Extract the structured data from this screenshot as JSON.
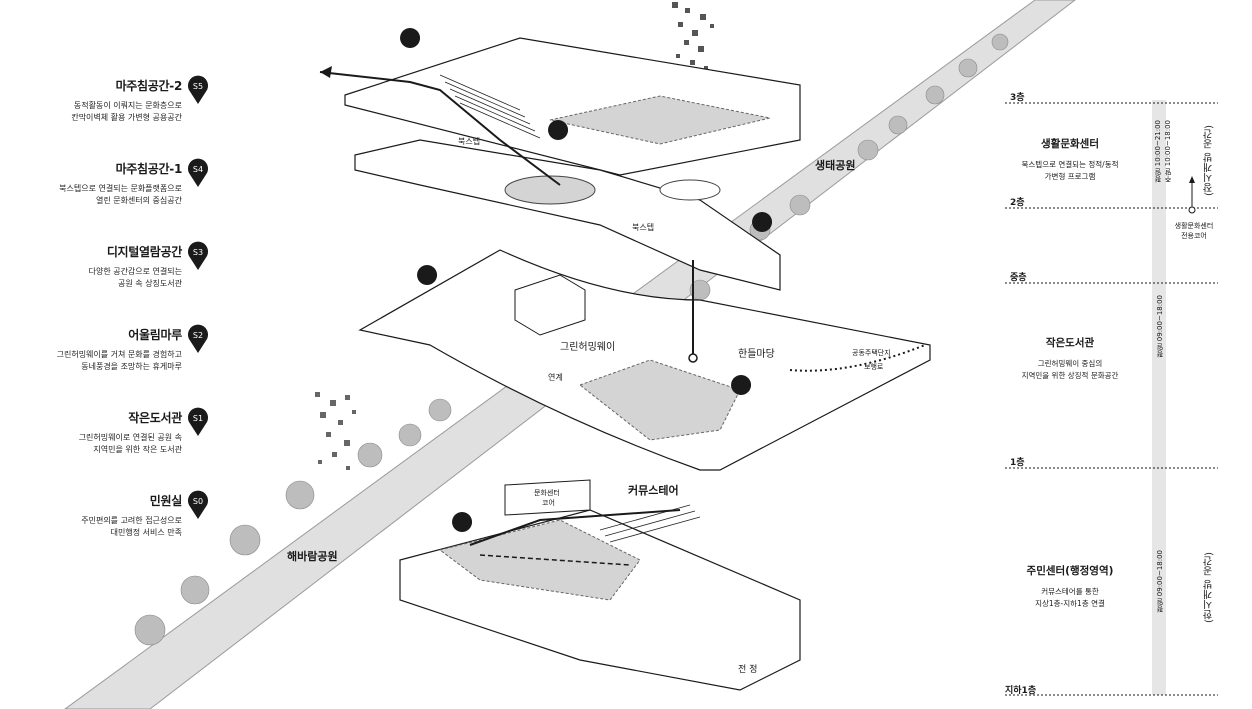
{
  "spaces": [
    {
      "id": "S5",
      "title": "마주침공간-2",
      "desc1": "동적활동이 이뤄지는 문화층으로",
      "desc2": "칸막이벽체 활용 가변형 공용공간"
    },
    {
      "id": "S4",
      "title": "마주침공간-1",
      "desc1": "북스텝으로 연결되는 문화플랫폼으로",
      "desc2": "열린 문화센터의 중심공간"
    },
    {
      "id": "S3",
      "title": "디지털열람공간",
      "desc1": "다양한 공간감으로 연결되는",
      "desc2": "공원 속 상징도서관"
    },
    {
      "id": "S2",
      "title": "어울림마루",
      "desc1": "그린허밍웨이를 거쳐 문화를 경험하고",
      "desc2": "동네풍경을 조망하는 휴게마루"
    },
    {
      "id": "S1",
      "title": "작은도서관",
      "desc1": "그린허밍웨이로 연결된 공원 속",
      "desc2": "지역민을 위한 작은 도서관"
    },
    {
      "id": "S0",
      "title": "민원실",
      "desc1": "주민편의를 고려한 접근성으로",
      "desc2": "대민행정 서비스 만족"
    }
  ],
  "floors": {
    "f3": "3층",
    "f2": "2층",
    "mezz": "중층",
    "f1": "1층",
    "b1": "지하1층"
  },
  "sections": {
    "culture": {
      "title": "생활문화센터",
      "desc1": "북스텝으로 연결되는 정적/동적",
      "desc2": "가변형 프로그램",
      "hours_weekday": "평일 10:00~21:00",
      "hours_weekend": "주말 10:00~18:00"
    },
    "library": {
      "title": "작은도서관",
      "desc1": "그린허밍웨이 중심의",
      "desc2": "지역민을 위한 상징적 문화공간",
      "hours": "평일 09:00~18:00"
    },
    "community": {
      "title": "주민센터(행정영역)",
      "desc1": "커뮤스테어를 통한",
      "desc2": "지상1층-지하1층 연결",
      "hours": "평일 09:00~18:00"
    }
  },
  "side_labels": {
    "long_hours": "(장시개방 공간)",
    "limited_hours": "(한시개방 공간)",
    "core1": "생활문화센터",
    "core2": "전용코어"
  },
  "map_labels": {
    "eco_park": "생태공원",
    "haebaram_park": "해바람공원",
    "green_humming": "그린허밍웨이",
    "handeul": "한들마당",
    "commu_stair": "커뮤스테어",
    "book_step_upper": "북스텝",
    "book_step_lower": "북스텝",
    "housing1": "공동주택단지",
    "housing2": "보행로",
    "culture_core1": "문화센터",
    "culture_core2": "코어",
    "connect": "연계",
    "jeonbo": "전 정"
  },
  "colors": {
    "slab": "#ffffff",
    "slab_edge": "#1a1a1a",
    "highlight": "#d4d4d4",
    "road": "#e0e0e0",
    "tree": "#bdbdbd",
    "pin": "#1a1a1a",
    "bar": "#e6e6e6"
  }
}
